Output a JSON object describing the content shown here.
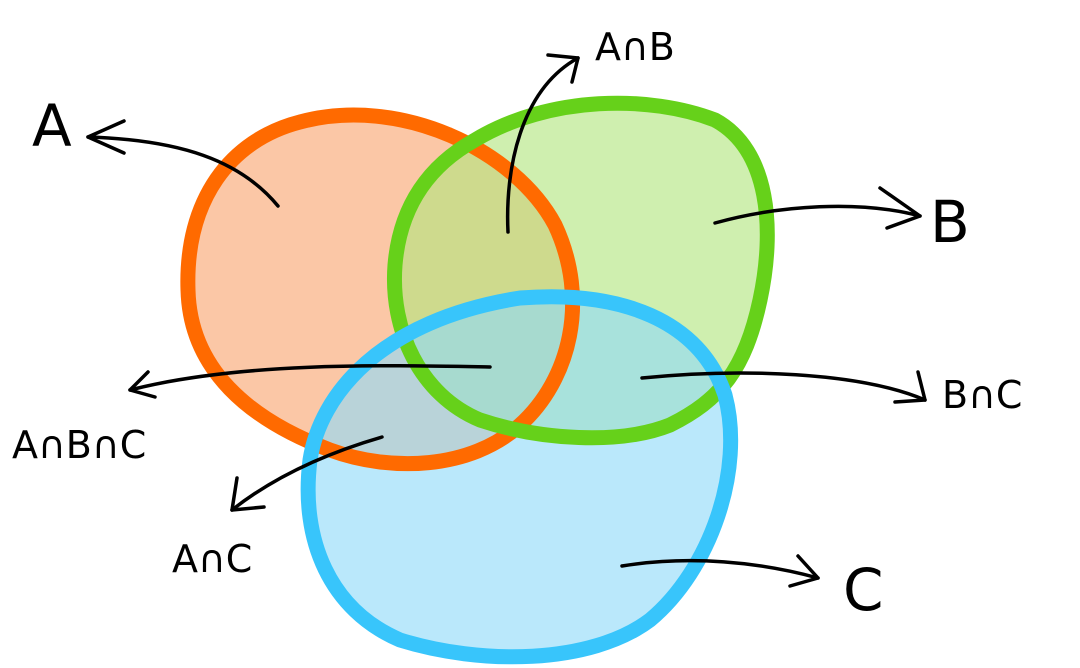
{
  "sets": {
    "a": {
      "label": "A",
      "stroke": "#ff6a00",
      "fill": "#f9a46f"
    },
    "b": {
      "label": "B",
      "stroke": "#66d11a",
      "fill": "#b2e57e"
    },
    "c": {
      "label": "C",
      "stroke": "#38c5fb",
      "fill": "#8fdaf8"
    }
  },
  "intersections": {
    "ab": "A∩B",
    "bc": "B∩C",
    "ac": "A∩C",
    "abc": "A∩B∩C"
  }
}
